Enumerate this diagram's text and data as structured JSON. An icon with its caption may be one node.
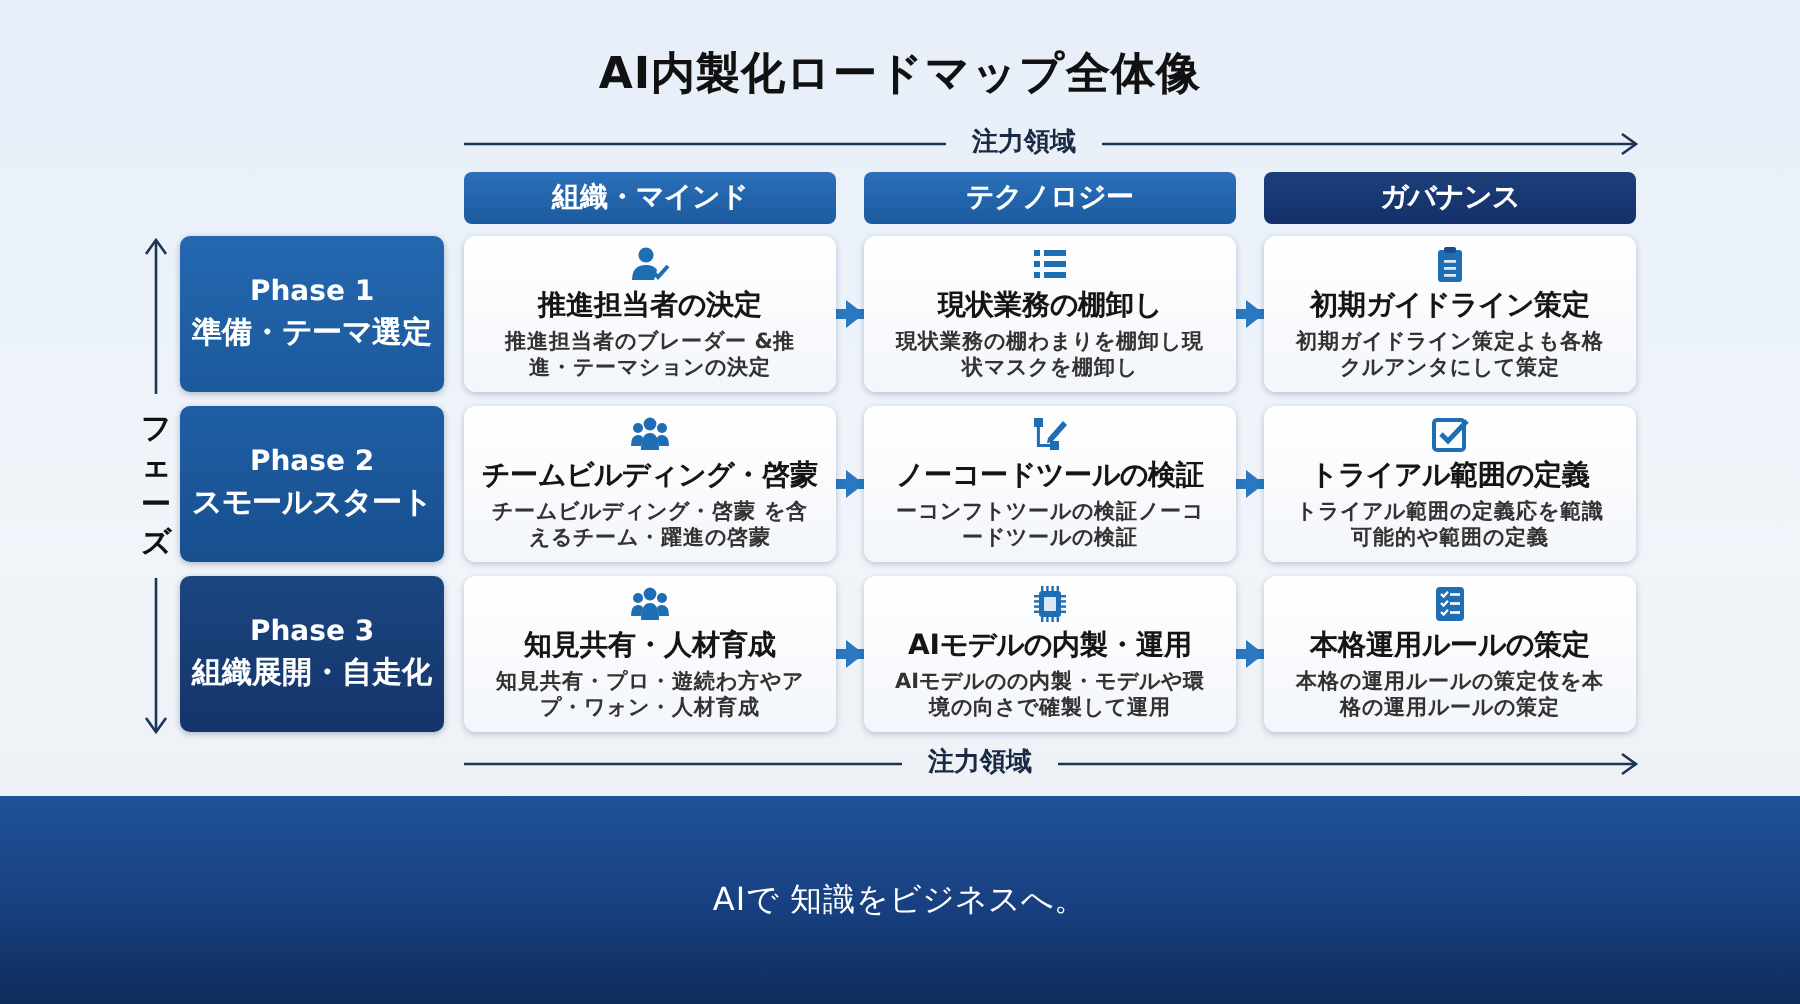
{
  "diagram": {
    "title": "AI内製化ロードマップ全体像",
    "nodes": [
      {
        "text": [
          "組織・マインド"
        ]
      },
      {
        "text": [
          "テクノロジー"
        ]
      },
      {
        "text": [
          "ガバナンス"
        ]
      },
      {
        "text": [
          "Phase 1",
          "準備・テーマ選定"
        ]
      },
      {
        "text": [
          "推進担当者の決定",
          "推進担当者のブレーダー &推進・テーマションの決定"
        ]
      },
      {
        "text": [
          "現状業務の棚卸し",
          "現状業務の棚わまりを棚卸し現状マスクを棚卸し"
        ]
      },
      {
        "text": [
          "初期ガイドライン策定",
          "初期ガイドライン策定よも各格クルアンタにして策定"
        ]
      },
      {
        "text": [
          "Phase 2",
          "スモールスタート"
        ]
      },
      {
        "text": [
          "チームビルディング・啓蒙",
          "チームビルディング・啓蒙 を含えるチーム・躍進の啓蒙"
        ]
      },
      {
        "text": [
          "ノーコードツールの検証",
          "ーコンフトツールの検証ノーコードツールの検証"
        ]
      },
      {
        "text": [
          "トライアル範囲の定義",
          "トライアル範囲の定義応を範識可能的や範囲の定義"
        ]
      },
      {
        "text": [
          "Phase 3",
          "組織展開・自走化"
        ]
      },
      {
        "text": [
          "知見共有・人材育成",
          "知見共有・プロ・遊続わ方やアプ・ワォン・人材育成"
        ]
      },
      {
        "text": [
          "AIモデルの内製・運用",
          "AIモデルのの内製・モデルや環境の向さで確製して運用"
        ]
      },
      {
        "text": [
          "本格運用ルールの策定",
          "本格の運用ルールの策定伎を本格の運用ルールの策定"
        ]
      }
    ],
    "edges": [
      {
        "from": 4,
        "to": 5,
        "arrow": "to"
      },
      {
        "from": 5,
        "to": 6,
        "arrow": "to"
      },
      {
        "from": 8,
        "to": 9,
        "arrow": "to"
      },
      {
        "from": 9,
        "to": 10,
        "arrow": "to"
      },
      {
        "from": 12,
        "to": 13,
        "arrow": "to"
      },
      {
        "from": 13,
        "to": 14,
        "arrow": "to"
      }
    ],
    "labels": [
      "注力領域",
      "フェーズ",
      "注力領域",
      "AIで 知識をビジネスへ。"
    ]
  }
}
